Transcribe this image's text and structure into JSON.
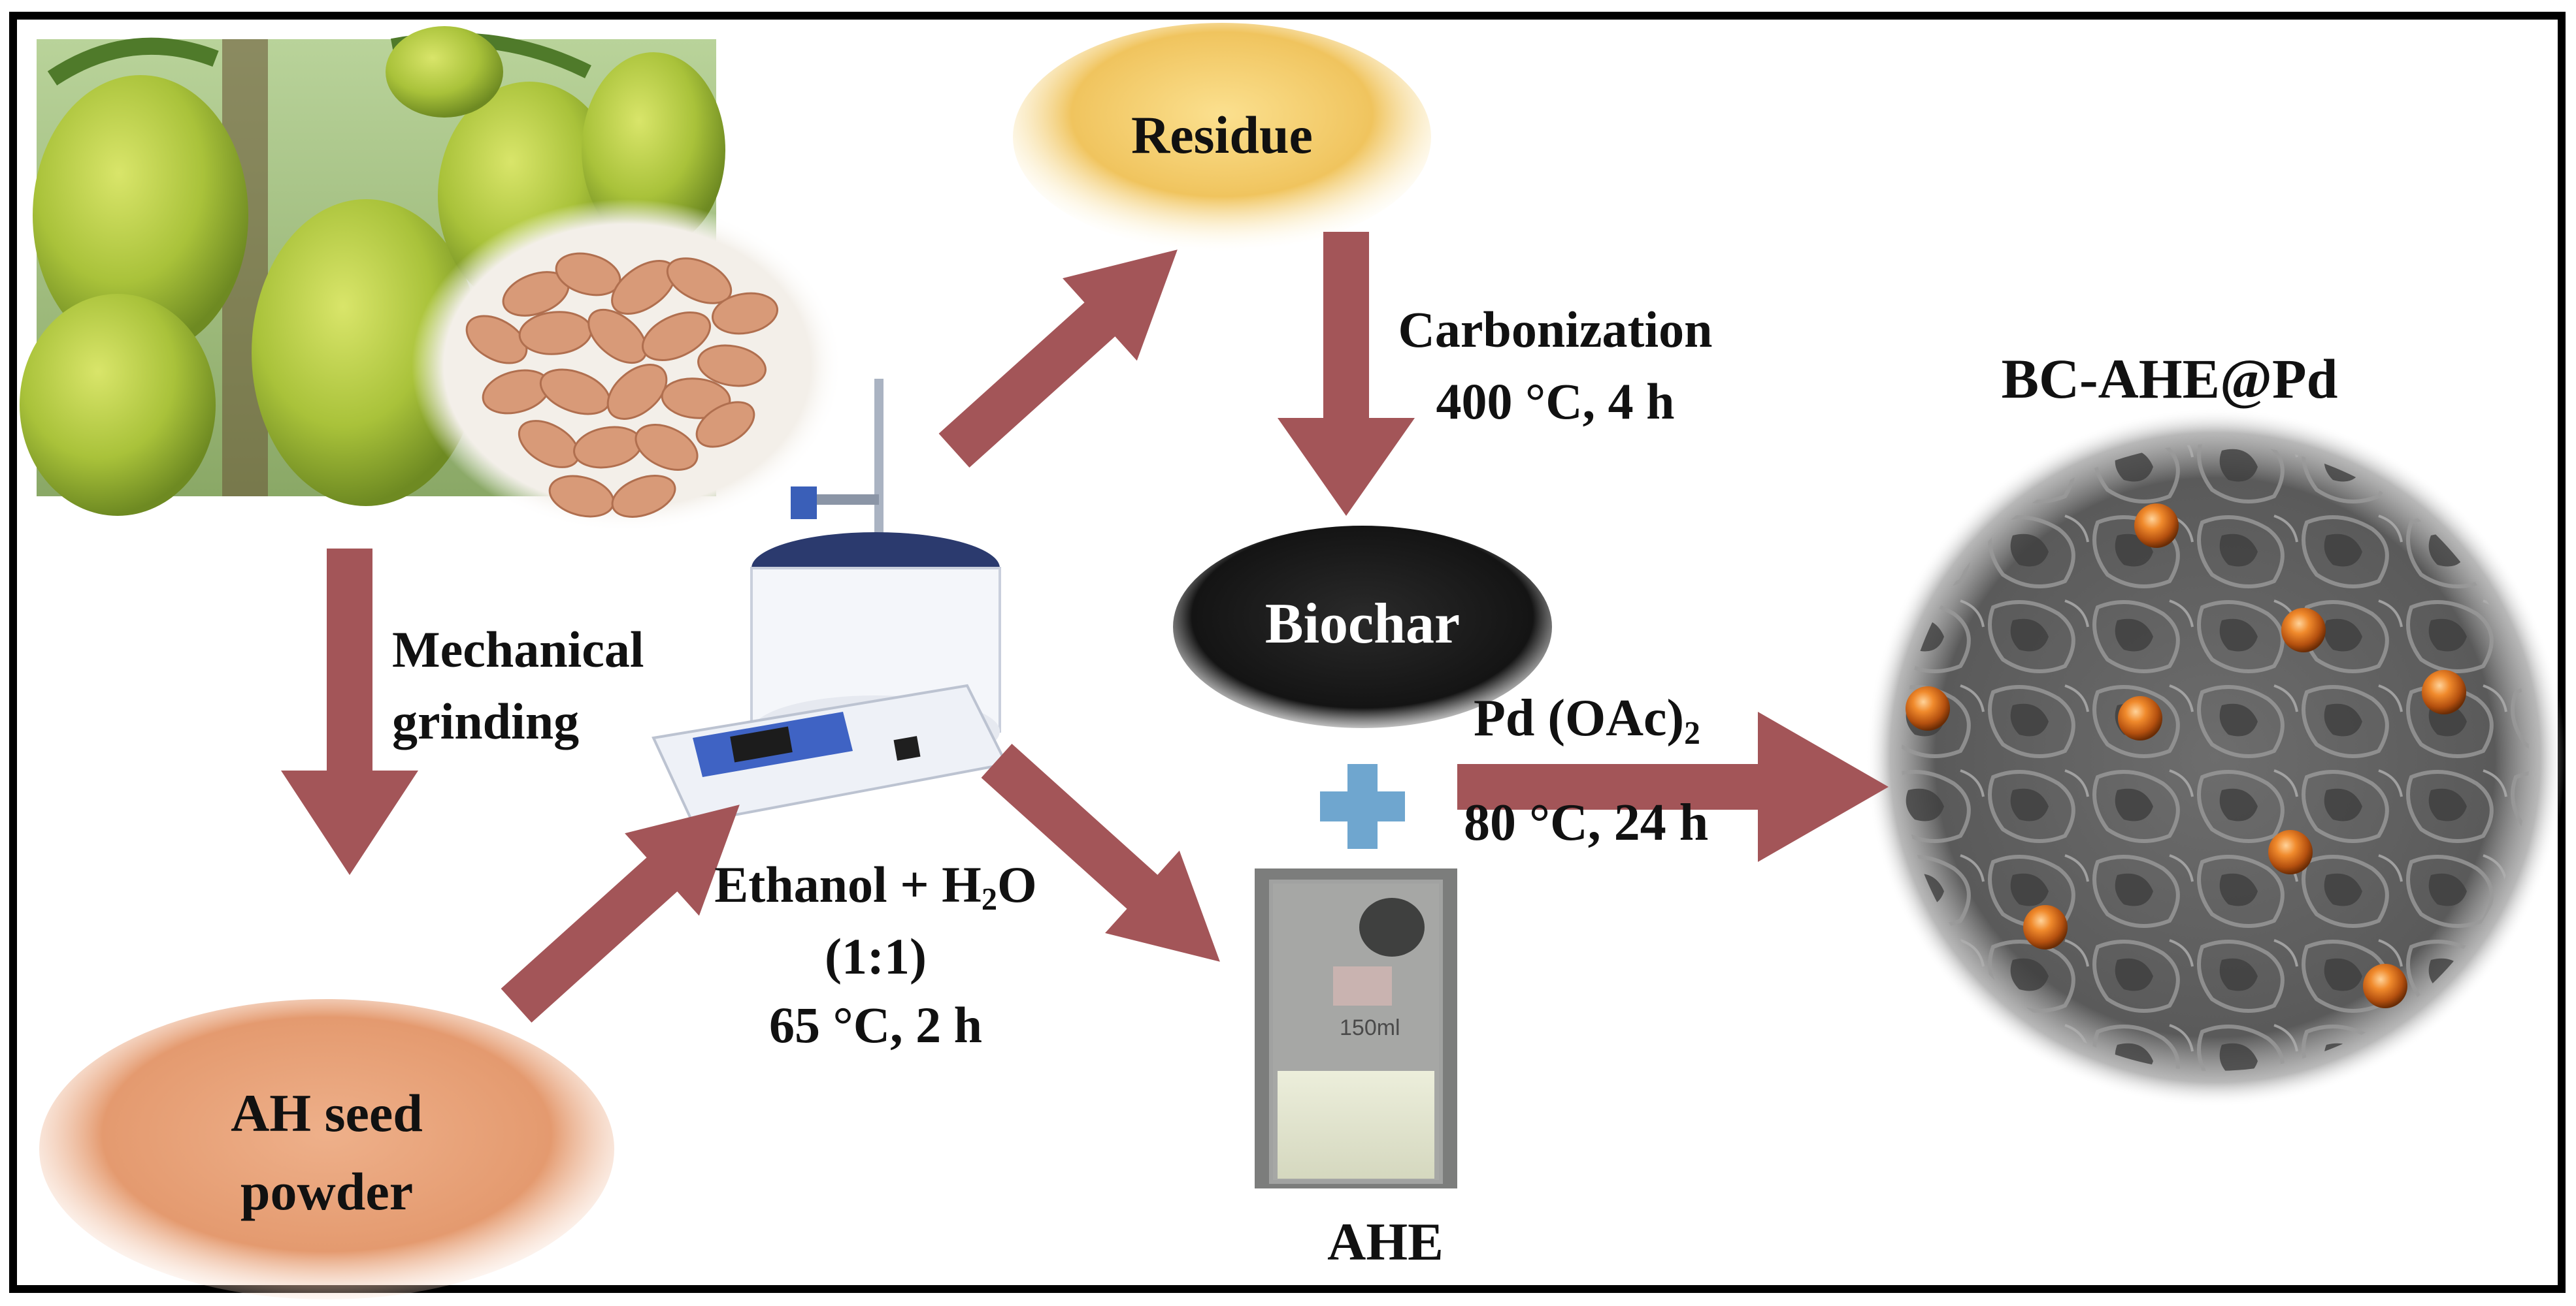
{
  "colors": {
    "arrow": "#a35558",
    "frame": "#000000",
    "residue_powder": "#f3c96a",
    "seed_powder": "#e7a178",
    "biochar": "#1c1c1c",
    "pd_particle": "#e2701c",
    "plus_sign": "#6fa6cf",
    "sem_background": "#6b6b6b"
  },
  "icons": [
    "jackfruit-photo",
    "seeds-photo",
    "hotplate-stirrer-photo",
    "beaker-photo",
    "sem-micrograph",
    "plus-icon"
  ],
  "labels": {
    "residue": "Residue",
    "carbonization_line1": "Carbonization",
    "carbonization_line2": "400 °C, 4 h",
    "product_title": "BC-AHE@Pd",
    "mechanical_line1": "Mechanical",
    "mechanical_line2": "grinding",
    "biochar": "Biochar",
    "pd_reagent": "Pd (OAc)",
    "pd_reagent_sub": "2",
    "pd_conditions": "80 °C, 24 h",
    "ethanol_prefix": "Ethanol + H",
    "ethanol_sub": "2",
    "ethanol_suffix": "O",
    "ratio": "(1:1)",
    "extraction_conditions": "65 °C, 2 h",
    "seed_powder_line1": "AH seed",
    "seed_powder_line2": "powder",
    "extract": "AHE",
    "beaker_mark": "150ml"
  }
}
